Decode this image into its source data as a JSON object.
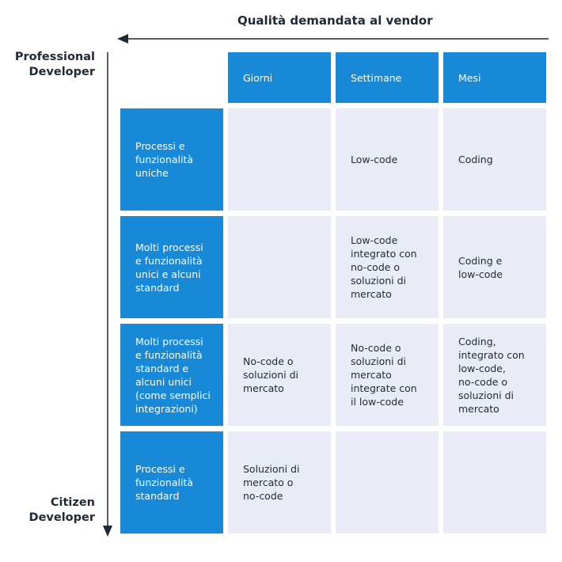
{
  "title": "Qualità demandata al vendor",
  "axis_top_label": "Professional\nDeveloper",
  "axis_bottom_label": "Citizen\nDeveloper",
  "columns": [
    "Giorni",
    "Settimane",
    "Mesi"
  ],
  "rows": [
    {
      "label": "Processi e\nfunzionalità\nuniche",
      "cells": [
        "",
        "Low-code",
        "Coding"
      ]
    },
    {
      "label": "Molti processi\ne funzionalità\nunici e alcuni\nstandard",
      "cells": [
        "",
        "Low-code\nintegrato con\nno-code o\nsoluzioni di\nmercato",
        "Coding e\nlow-code"
      ]
    },
    {
      "label": "Molti processi\ne funzionalità\nstandard e\nalcuni unici\n(come semplici\nintegrazioni)",
      "cells": [
        "No-code o\nsoluzioni di\nmercato",
        "No-code o\nsoluzioni di\nmercato\nintegrate con\nil low-code",
        "Coding,\nintegrato con\nlow-code,\nno-code o\nsoluzioni di\nmercato"
      ]
    },
    {
      "label": "Processi e\nfunzionalità\nstandard",
      "cells": [
        "Soluzioni di\nmercato o\nno-code",
        "",
        ""
      ]
    }
  ],
  "colors": {
    "header_blue": "#1789d6",
    "cell_bg": "#e9ebf7",
    "text": "#1f2a36"
  }
}
